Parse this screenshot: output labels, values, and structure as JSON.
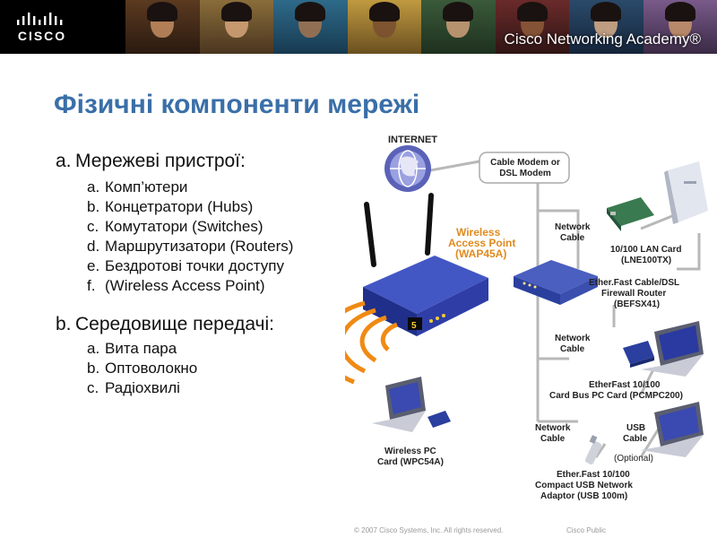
{
  "header": {
    "logo_text": "CISCO",
    "academy_text": "Cisco Networking Academy®"
  },
  "slide": {
    "title": "Фізичні компоненти мережі",
    "section_a": {
      "marker": "a.",
      "label": "Мережеві пристрої:"
    },
    "items_a": [
      {
        "marker": "a.",
        "text": "Комп’ютери"
      },
      {
        "marker": "b.",
        "text": "Концетратори (Hubs)"
      },
      {
        "marker": "c.",
        "text": "Комутатори (Switches)"
      },
      {
        "marker": "d.",
        "text": "Маршрутизатори (Routers)"
      },
      {
        "marker": "e.",
        "text": "Бездротові точки доступу"
      },
      {
        "marker": "f.",
        "text": "(Wireless Access Point)"
      }
    ],
    "section_b": {
      "marker": "b.",
      "label": "Середовище передачі:"
    },
    "items_b": [
      {
        "marker": "a.",
        "text": "Вита пара"
      },
      {
        "marker": "b.",
        "text": "Оптоволокно"
      },
      {
        "marker": "c.",
        "text": "Радіохвилі"
      }
    ]
  },
  "diagram": {
    "internet": "INTERNET",
    "modem": "Cable Modem or DSL Modem",
    "wap_line1": "Wireless",
    "wap_line2": "Access Point",
    "wap_line3": "(WAP45A)",
    "network_cable_1a": "Network",
    "network_cable_1b": "Cable",
    "lan_card_1": "10/100 LAN Card",
    "lan_card_2": "(LNE100TX)",
    "router_1": "Ether.Fast Cable/DSL",
    "router_2": "Firewall Router",
    "router_3": "(BEFSX41)",
    "network_cable_2a": "Network",
    "network_cable_2b": "Cable",
    "pc_card_1": "EtherFast 10/100",
    "pc_card_2": "Card Bus PC Card (PCMPC200)",
    "network_cable_3a": "Network",
    "network_cable_3b": "Cable",
    "usb_cable_1": "USB",
    "usb_cable_2": "Cable",
    "optional": "(Optional)",
    "wireless_pc_1": "Wireless PC",
    "wireless_pc_2": "Card (WPC54A)",
    "usb_adaptor_1": "Ether.Fast 10/100",
    "usb_adaptor_2": "Compact USB Network",
    "usb_adaptor_3": "Adaptor (USB 100m)"
  },
  "footer": {
    "copyright": "© 2007 Cisco Systems, Inc. All rights reserved.",
    "classification": "Cisco Public"
  },
  "colors": {
    "title": "#3a6fa8",
    "banner": "#000000",
    "wap_label": "#e08a1e",
    "device_blue": "#2a3f9e",
    "signal": "#f08a14"
  }
}
